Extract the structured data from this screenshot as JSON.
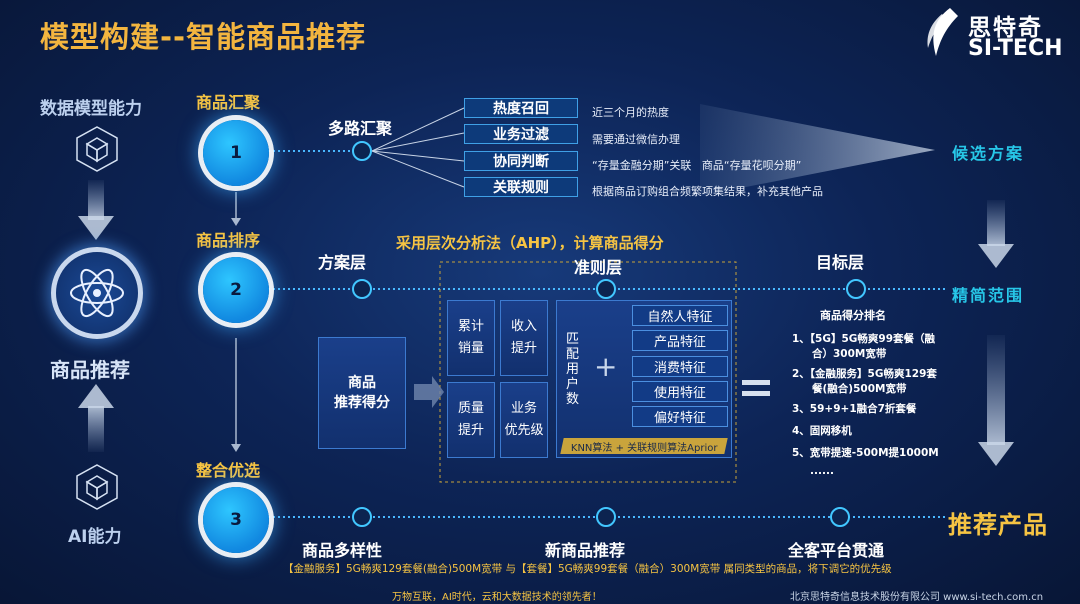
{
  "title": "模型构建--智能商品推荐",
  "logo": {
    "cn": "思特奇",
    "en": "SI-TECH"
  },
  "left": {
    "data_model": "数据模型能力",
    "center": "商品推荐",
    "ai": "AI能力"
  },
  "steps": [
    {
      "number": "1",
      "label": "商品汇聚"
    },
    {
      "number": "2",
      "label": "商品排序"
    },
    {
      "number": "3",
      "label": "整合优选"
    }
  ],
  "row1": {
    "hub_label": "多路汇聚",
    "tags": [
      {
        "label": "热度召回",
        "desc": "近三个月的热度"
      },
      {
        "label": "业务过滤",
        "desc": "需要通过微信办理"
      },
      {
        "label": "协同判断",
        "desc": "“存量金融分期”关联   商品“存量花呗分期”"
      },
      {
        "label": "关联规则",
        "desc": "根据商品订购组合频繁项集结果，补充其他产品"
      }
    ],
    "result": "候选方案"
  },
  "row2": {
    "heading": "采用层次分析法（AHP），计算商品得分",
    "plan_layer": "方案层",
    "criteria_layer": "准则层",
    "target_layer": "目标层",
    "result": "精简范围",
    "score_box": "商品\n推荐得分",
    "grid": [
      "累计\n销量",
      "收入\n提升",
      "质量\n提升",
      "业务\n优先级"
    ],
    "match_label": "匹\n配\n用\n户\n数",
    "plus": "+",
    "features": [
      "自然人特征",
      "产品特征",
      "消费特征",
      "使用特征",
      "偏好特征"
    ],
    "algo": "KNN算法 + 关联规则算法Aprior",
    "ranking_title": "商品得分排名",
    "ranking": [
      "1、【5G】5G畅爽99套餐（融",
      "合）300M宽带",
      "2、【金融服务】5G畅爽129套",
      "餐(融合)500M宽带",
      "3、59+9+1融合7折套餐",
      "4、固网移机",
      "5、宽带提速-500M提1000M",
      "......"
    ]
  },
  "row3": {
    "items": [
      "商品多样性",
      "新商品推荐",
      "全客平台贯通"
    ],
    "result": "推荐产品",
    "note": "【金融服务】5G畅爽129套餐(融合)500M宽带 与【套餐】5G畅爽99套餐（融合）300M宽带 属同类型的商品，将下调它的优先级"
  },
  "footer": {
    "slogan": "万物互联，AI时代，云和大数据技术的领先者！",
    "company": "北京思特奇信息技术股份有限公司 www.si-tech.com.cn"
  },
  "colors": {
    "accent_yellow": "#f6c443",
    "accent_cyan": "#27c7e8",
    "background": "#0d2456"
  }
}
